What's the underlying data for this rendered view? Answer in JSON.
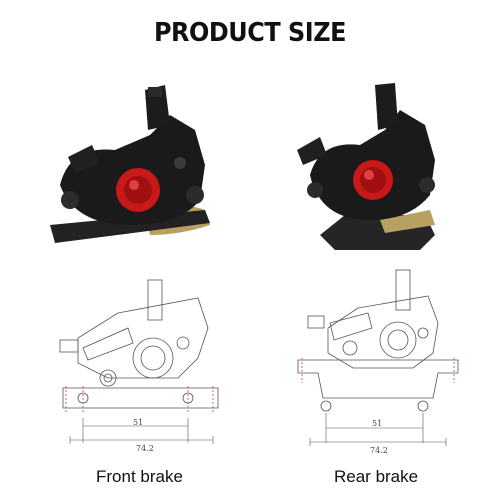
{
  "title": "PRODUCT SIZE",
  "products": [
    {
      "caption": "Front brake",
      "dimensions": {
        "inner": "51",
        "outer": "74.2"
      }
    },
    {
      "caption": "Rear brake",
      "dimensions": {
        "inner": "51",
        "outer": "74.2"
      }
    }
  ],
  "colors": {
    "caliper": "#1a1a1a",
    "reflector": "#c81818",
    "rotor_bracket": "#b8a060",
    "drawing_line": "#555555",
    "dimension_red": "#d04040"
  },
  "icons": [
    "front-brake-caliper-photo",
    "rear-brake-caliper-photo",
    "front-brake-technical-drawing",
    "rear-brake-technical-drawing"
  ]
}
